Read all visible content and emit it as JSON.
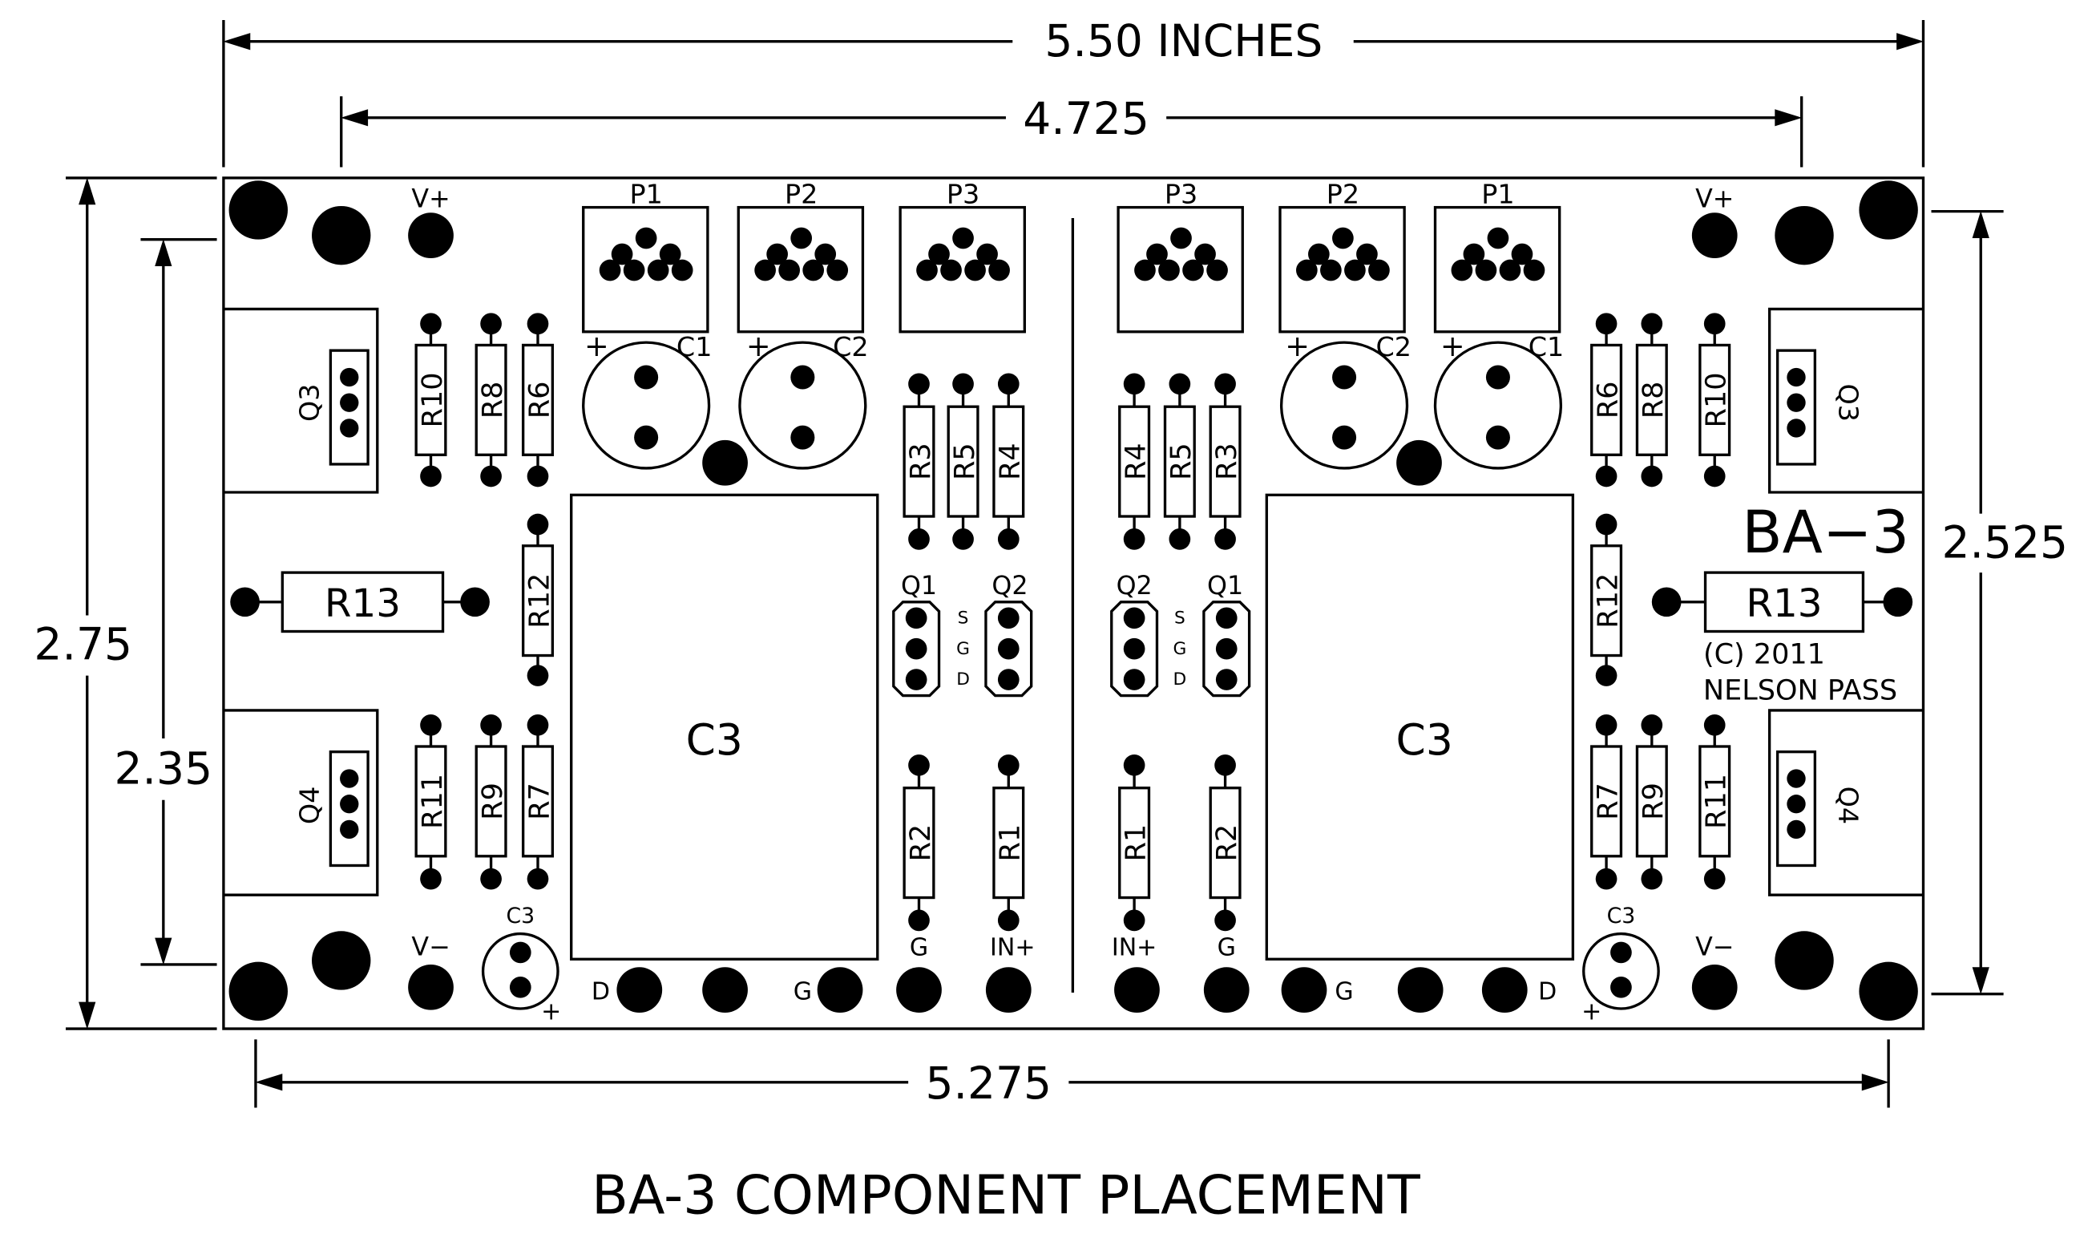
{
  "title": "BA-3 COMPONENT PLACEMENT",
  "board_name": "BA−3",
  "copyright": "(C) 2011",
  "author": "NELSON PASS",
  "dimensions": {
    "overall_width": "5.50  INCHES",
    "inner_width": "4.725",
    "bottom_width": "5.275",
    "overall_height": "2.75",
    "left_inner_height": "2.35",
    "right_inner_height": "2.525"
  },
  "labels": {
    "v_plus": "V+",
    "v_minus": "V−",
    "in_plus": "IN+",
    "g": "G",
    "d": "D",
    "s": "S",
    "plus": "+",
    "p1": "P1",
    "p2": "P2",
    "p3": "P3",
    "c1": "C1",
    "c2": "C2",
    "c3": "C3",
    "q1": "Q1",
    "q2": "Q2",
    "q3": "Q3",
    "q4": "Q4",
    "r1": "R1",
    "r2": "R2",
    "r3": "R3",
    "r4": "R4",
    "r5": "R5",
    "r6": "R6",
    "r7": "R7",
    "r8": "R8",
    "r9": "R9",
    "r10": "R10",
    "r11": "R11",
    "r12": "R12",
    "r13": "R13"
  },
  "colors": {
    "ink": "#000000",
    "paper": "#ffffff"
  }
}
